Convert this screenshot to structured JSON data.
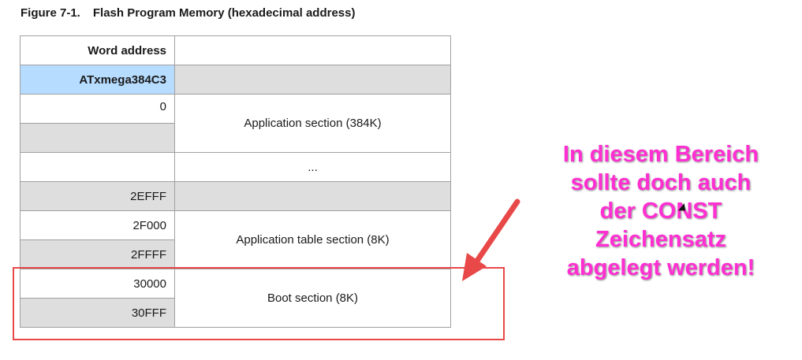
{
  "figure": {
    "number": "Figure 7-1.",
    "title": "Flash Program Memory (hexadecimal address)"
  },
  "table": {
    "header": "Word address",
    "device": "ATxmega384C3",
    "rows": {
      "app_start": "0",
      "app_label": "Application section (384K)",
      "ellipsis": "...",
      "app_end": "2EFFF",
      "apptable_start": "2F000",
      "apptable_end": "2FFFF",
      "apptable_label": "Application table section (8K)",
      "boot_start": "30000",
      "boot_end": "30FFF",
      "boot_label": "Boot section (8K)"
    }
  },
  "annotation": {
    "lines": [
      "In diesem Bereich",
      "sollte doch auch",
      "der CONST",
      "Zeichensatz",
      "abgelegt werden!"
    ],
    "text_color": "#ff2fd2",
    "arrow_color": "#e84848",
    "highlight_color": "#e84848"
  }
}
